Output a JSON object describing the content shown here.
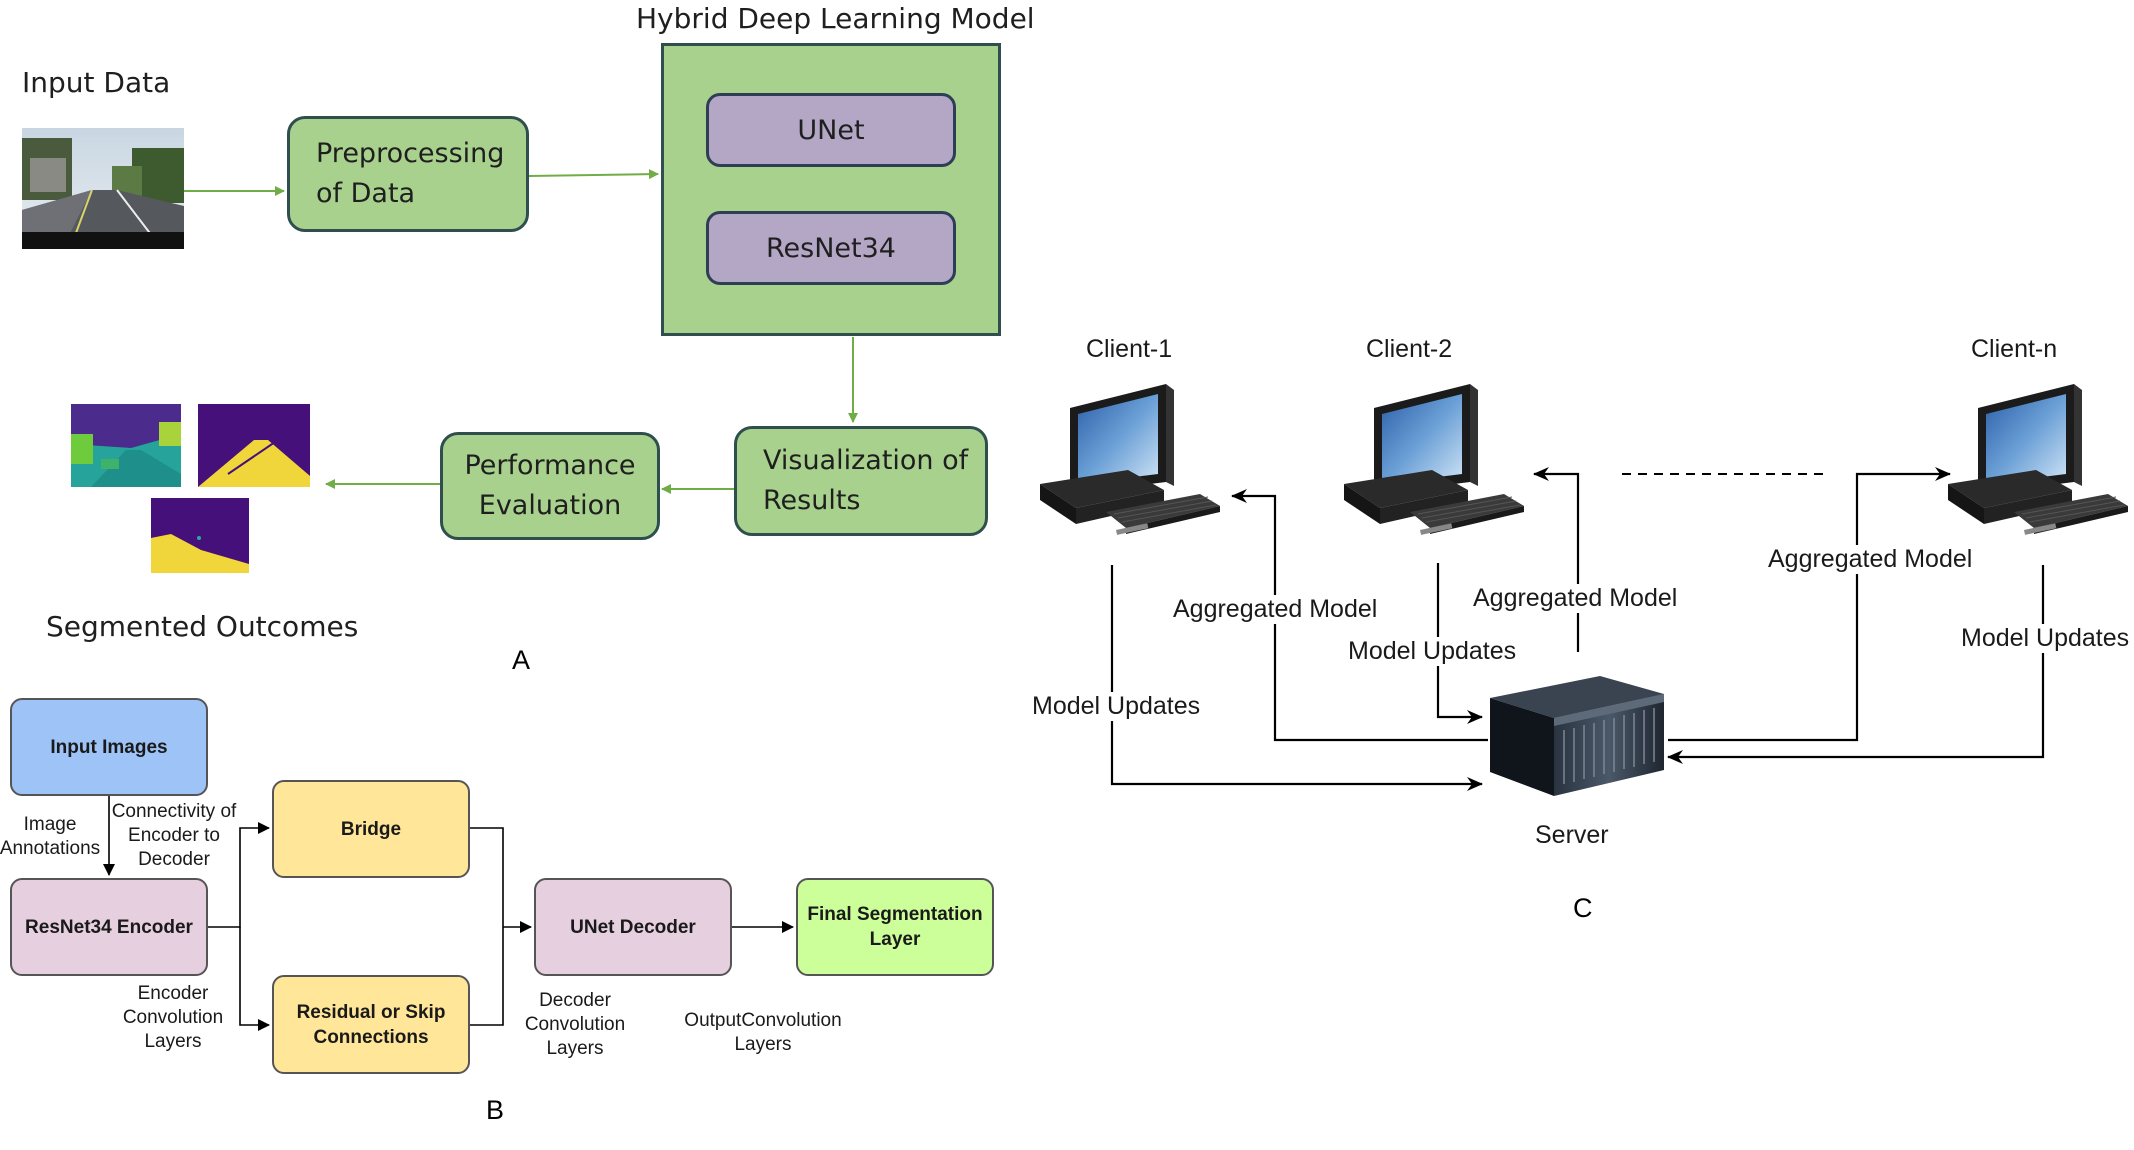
{
  "panel_a": {
    "letter": "A",
    "input_title": "Input Data",
    "preprocessing": "Preprocessing of Data",
    "model_title": "Hybrid Deep Learning Model",
    "unet": "UNet",
    "resnet": "ResNet34",
    "visualization": "Visualization of Results",
    "performance": "Performance Evaluation",
    "outcomes_title": "Segmented Outcomes"
  },
  "panel_b": {
    "letter": "B",
    "input_images": "Input Images",
    "image_annotations": "Image Annotations",
    "connectivity": "Connectivity of Encoder to Decoder",
    "encoder": "ResNet34 Encoder",
    "encoder_layers": "Encoder Convolution Layers",
    "bridge": "Bridge",
    "residual": "Residual or Skip Connections",
    "decoder": "UNet Decoder",
    "decoder_layers": "Decoder Convolution Layers",
    "final_layer": "Final Segmentation Layer",
    "output_layers": "OutputConvolution Layers"
  },
  "panel_c": {
    "letter": "C",
    "client1": "Client-1",
    "client2": "Client-2",
    "clientn": "Client-n",
    "server": "Server",
    "aggregated_model": "Aggregated Model",
    "model_updates": "Model Updates"
  },
  "colors": {
    "green_box": "#a9d18e",
    "purple_box": "#b4a7c6",
    "blue_box": "#9dc3f7",
    "yellow_box": "#ffe699",
    "pink_box": "#e6d0e0",
    "lime_box": "#ccff99",
    "green_arrow": "#70ad47"
  }
}
